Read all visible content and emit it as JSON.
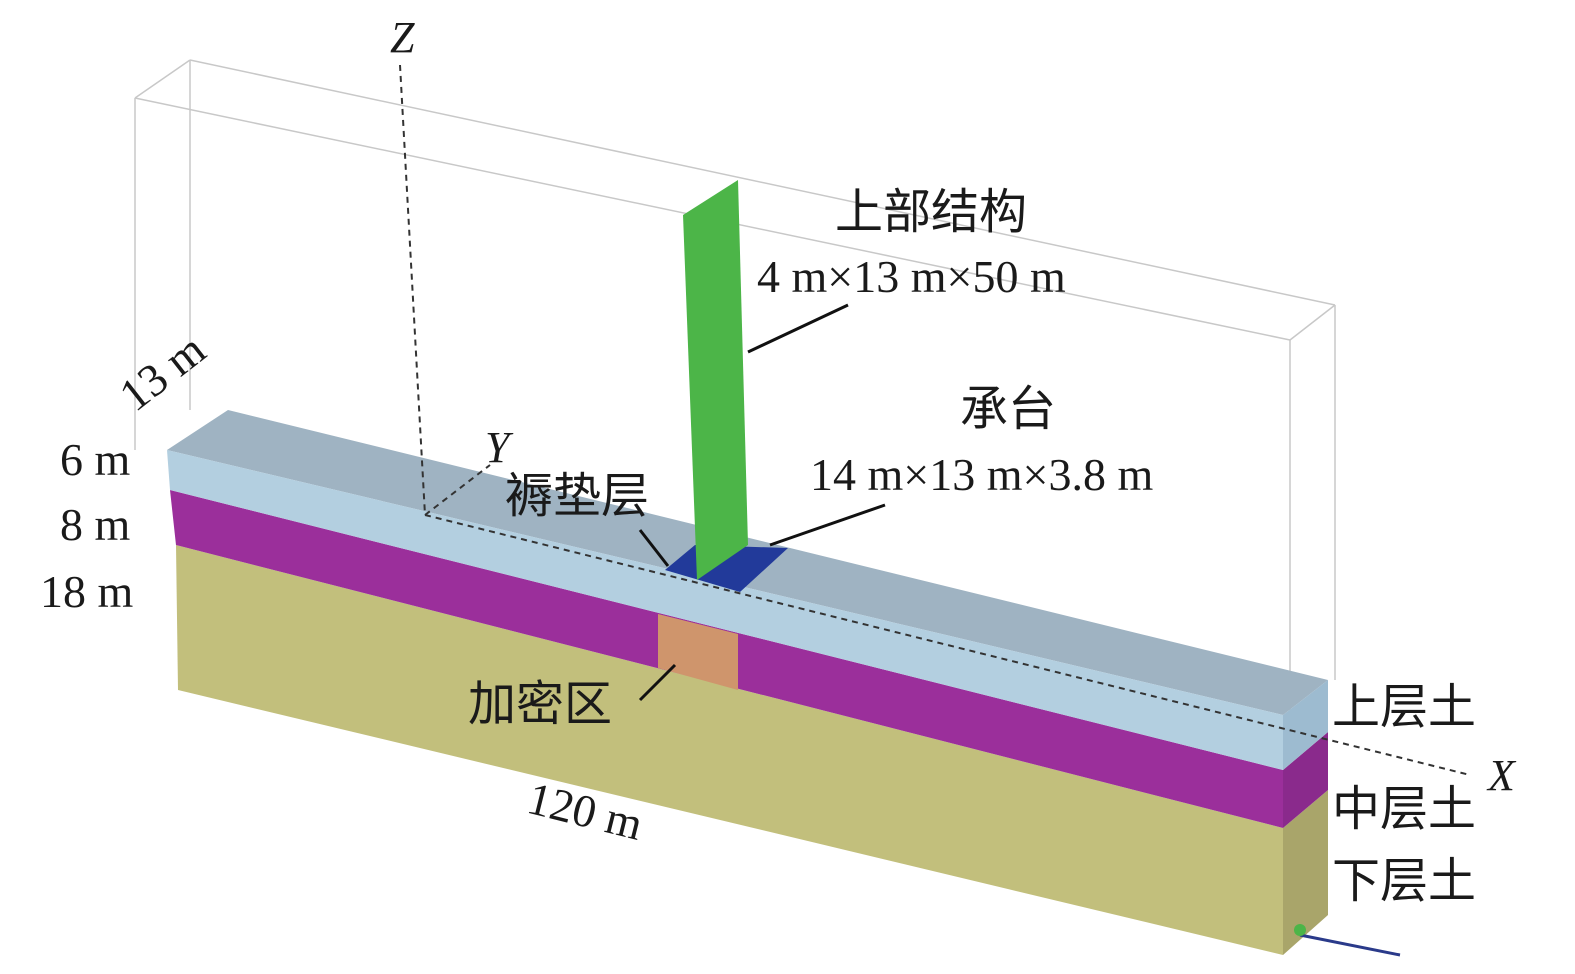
{
  "labels": {
    "superstructure": "上部结构",
    "superstructure_dim": "4 m×13 m×50 m",
    "cap": "承台",
    "cap_dim": "14 m×13 m×3.8 m",
    "cushion": "褥垫层",
    "densified": "加密区",
    "upper_soil": "上层土",
    "middle_soil": "中层土",
    "lower_soil": "下层土"
  },
  "dimensions": {
    "width": "13 m",
    "upper_thickness": "6 m",
    "middle_thickness": "8 m",
    "lower_thickness": "18 m",
    "length": "120 m"
  },
  "axes": {
    "x": "X",
    "y": "Y",
    "z": "Z"
  },
  "colors": {
    "upper_soil": "#a9c4d6",
    "middle_soil": "#9b2f9b",
    "lower_soil": "#c2bf7c",
    "structure": "#4cb548",
    "cap": "#223a9a",
    "densified": "#cf956c"
  }
}
